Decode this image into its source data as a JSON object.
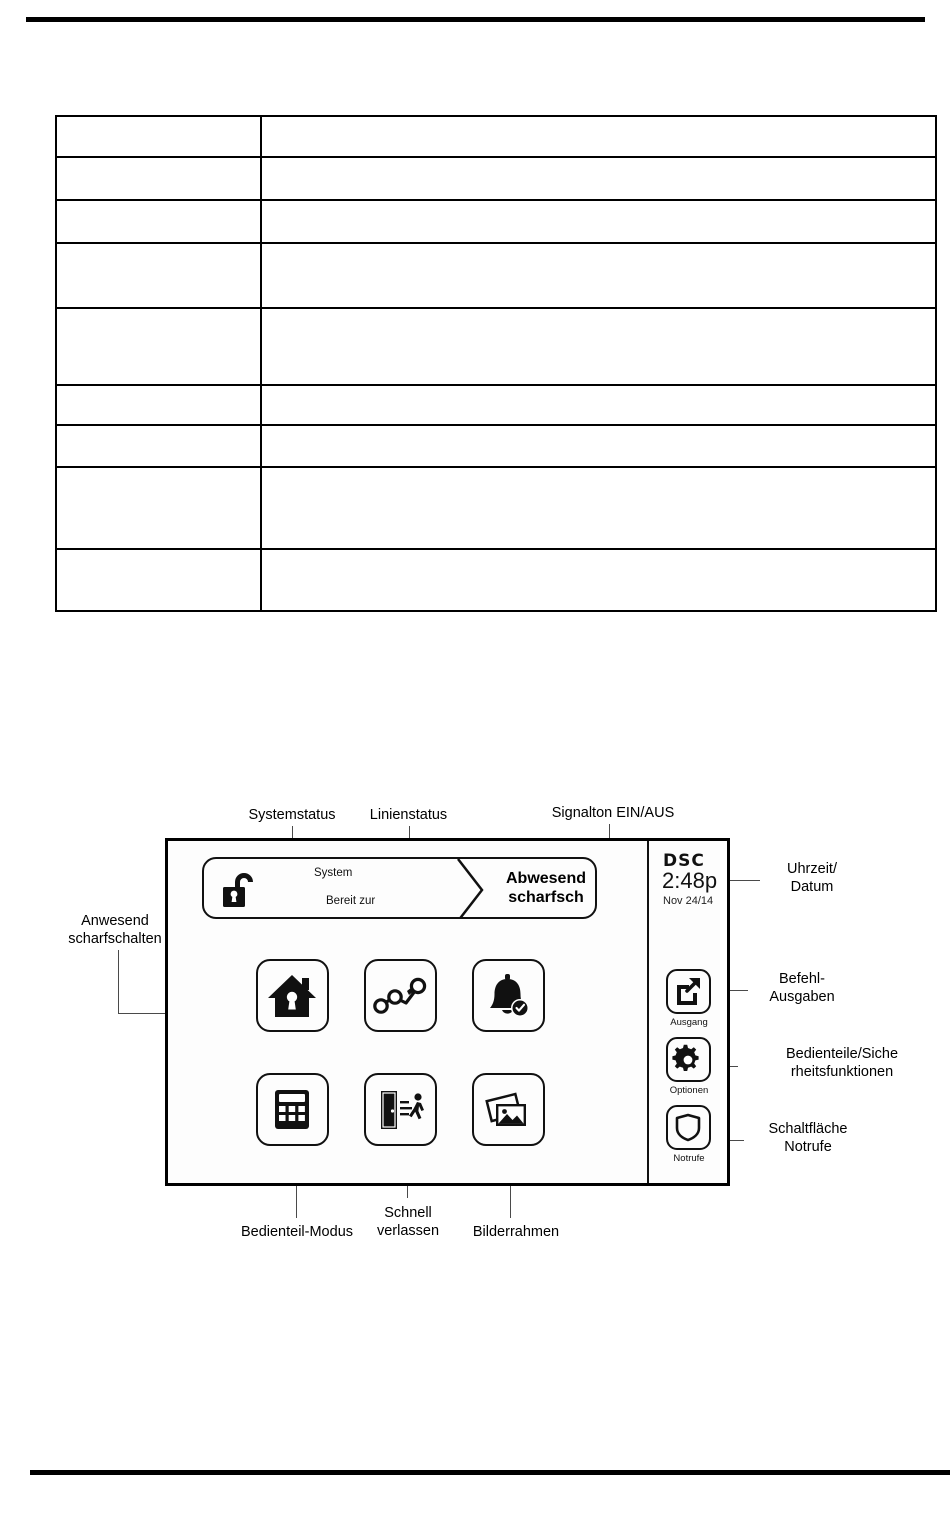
{
  "document": {
    "table": {
      "columns": 2,
      "rows": [
        {
          "cells": [
            "",
            ""
          ],
          "height": 39
        },
        {
          "cells": [
            "",
            ""
          ],
          "height": 41
        },
        {
          "cells": [
            "",
            ""
          ],
          "height": 41
        },
        {
          "cells": [
            "",
            ""
          ],
          "height": 63
        },
        {
          "cells": [
            "",
            ""
          ],
          "height": 75
        },
        {
          "cells": [
            "",
            ""
          ],
          "height": 38
        },
        {
          "cells": [
            "",
            ""
          ],
          "height": 40
        },
        {
          "cells": [
            "",
            ""
          ],
          "height": 80
        },
        {
          "cells": [
            "",
            ""
          ],
          "height": 60
        }
      ]
    }
  },
  "diagram": {
    "callouts": {
      "system_status": "Systemstatus",
      "zone_status": "Linienstatus",
      "chime_toggle": "Signalton EIN/AUS",
      "stay_arm": "Anwesend\nscharfschalten",
      "time_date": "Uhrzeit/\nDatum",
      "command_outputs": "Befehl-\nAusgaben",
      "keypads_security": "Bedienteile/Siche\nrheitsfunktionen",
      "panic_button": "Schaltfläche\nNotrufe",
      "keypad_mode": "Bedienteil-Modus",
      "quick_exit": "Schnell\nverlassen",
      "picture_frame": "Bilderrahmen"
    },
    "panel": {
      "status_bar": {
        "lock_icon": "unlocked-padlock-icon",
        "line1": "System",
        "line2": "Bereit zur",
        "arm_state": "Abwesend\nscharfsch"
      },
      "brand": "DSC",
      "time": "2:48p",
      "date": "Nov 24/14",
      "main_buttons": [
        {
          "name": "stay-arm-button",
          "icon": "house-keyhole-icon"
        },
        {
          "name": "zone-status-button",
          "icon": "zone-nodes-icon"
        },
        {
          "name": "chime-toggle-button",
          "icon": "bell-check-icon"
        },
        {
          "name": "keypad-mode-button",
          "icon": "keypad-icon"
        },
        {
          "name": "quick-exit-button",
          "icon": "door-walking-person-icon"
        },
        {
          "name": "picture-frame-button",
          "icon": "photos-icon"
        }
      ],
      "side_buttons": [
        {
          "name": "command-output-button",
          "icon": "arrow-out-box-icon",
          "label": "Ausgang"
        },
        {
          "name": "options-button",
          "icon": "gear-icon",
          "label": "Optionen"
        },
        {
          "name": "panic-button",
          "icon": "shield-icon",
          "label": "Notrufe"
        }
      ]
    }
  },
  "colors": {
    "ink": "#000000",
    "panel_bg": "#fdfdfd",
    "leader": "#4a4a4a"
  }
}
